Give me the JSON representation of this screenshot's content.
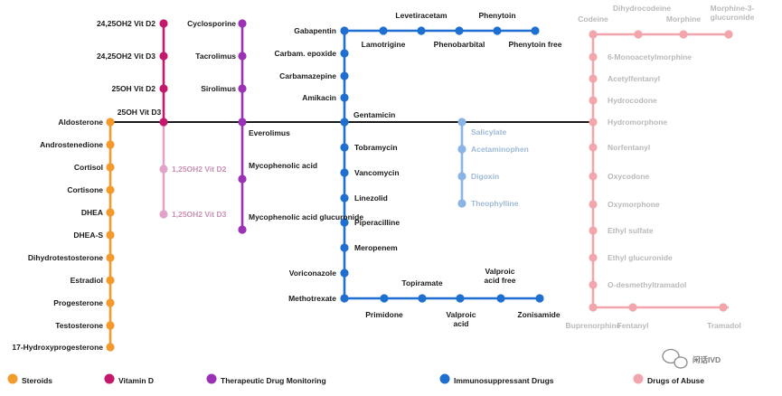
{
  "colors": {
    "steroids": "#f39a2c",
    "vitamin_d": "#c4186c",
    "tdm": "#9b31b5",
    "immuno": "#1f6fd1",
    "immuno_faded": "#88b5e6",
    "vitd_faded": "#e3a3c8",
    "abuse": "#f2a6ab",
    "abuse_text": "#b9b9b9",
    "trunk": "#1a1a1a",
    "text": "#1a1a1a"
  },
  "trunk_labels": {
    "aldosterone": "Aldosterone",
    "vitd_25oh": "25OH Vit D3",
    "everolimus": "Everolimus",
    "gentamicin": "Gentamicin"
  },
  "steroids": [
    "Androstenedione",
    "Cortisol",
    "Cortisone",
    "DHEA",
    "DHEA-S",
    "Dihydrotestosterone",
    "Estradiol",
    "Progesterone",
    "Testosterone",
    "17-Hydroxyprogesterone"
  ],
  "vitamin_d": {
    "upper": [
      "24,25OH2 Vit D2",
      "24,25OH2 Vit D3",
      "25OH Vit D2"
    ],
    "lower": [
      "1,25OH2 Vit D2",
      "1,25OH2 Vit D3"
    ]
  },
  "tdm": {
    "upper": [
      "Cyclosporine",
      "Tacrolimus",
      "Sirolimus"
    ],
    "lower": [
      "Mycophenolic acid",
      "Mycophenolic acid glucuronide"
    ]
  },
  "immuno": {
    "top_row": [
      "Gabapentin",
      "Lamotrigine",
      "Levetiracetam",
      "Phenobarbital",
      "Phenytoin",
      "Phenytoin free"
    ],
    "upper": [
      "Carbam. epoxide",
      "Carbamazepine",
      "Amikacin"
    ],
    "lower": [
      "Tobramycin",
      "Vancomycin",
      "Linezolid",
      "Piperacilline",
      "Meropenem",
      "Voriconazole"
    ],
    "bottom_row": [
      "Methotrexate",
      "Primidone",
      "Topiramate",
      "Valproic acid",
      "Valproic acid free",
      "Zonisamide"
    ],
    "branch": [
      "Salicylate",
      "Acetaminophen",
      "Digoxin",
      "Theophylline"
    ]
  },
  "abuse": {
    "top_row": [
      "Codeine",
      "Dihydrocodeine",
      "Morphine",
      "Morphine-3-glucuronide"
    ],
    "vertical": [
      "6-Monoacetylmorphine",
      "Acetylfentanyl",
      "Hydrocodone",
      "Hydromorphone",
      "Norfentanyl",
      "Oxycodone",
      "Oxymorphone",
      "Ethyl sulfate",
      "Ethyl glucuronide",
      "O-desmethyltramadol"
    ],
    "bottom_row": [
      "Buprenorphine",
      "Fentanyl",
      "Tramadol"
    ]
  },
  "legend": [
    {
      "label": "Steroids",
      "color": "#f39a2c"
    },
    {
      "label": "Vitamin D",
      "color": "#c4186c"
    },
    {
      "label": "Therapeutic Drug Monitoring",
      "color": "#9b31b5"
    },
    {
      "label": "Immunosuppressant Drugs",
      "color": "#1f6fd1"
    },
    {
      "label": "Drugs of Abuse",
      "color": "#f2a6ab"
    }
  ],
  "watermark": "闲话IVD"
}
